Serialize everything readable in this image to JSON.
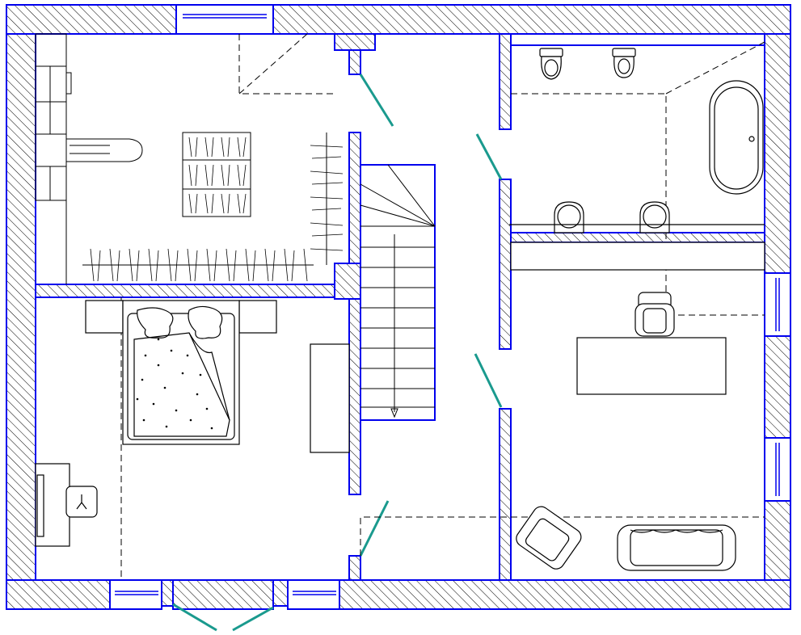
{
  "colors": {
    "wall": "#0000ee",
    "hatch": "#000000",
    "door_leaf": "#1a9a8e",
    "furniture": "#000000",
    "background": "#ffffff"
  },
  "legend": {
    "walls": "hatched wall",
    "doors": "door-leaf-line",
    "dashed": "dashed-zone-line"
  },
  "rooms": [
    {
      "id": "walk-in-closet",
      "icon": "hanger-icon"
    },
    {
      "id": "bathroom",
      "icon": "bathtub-icon"
    },
    {
      "id": "bedroom",
      "icon": "bed-icon"
    },
    {
      "id": "office",
      "icon": "desk-icon"
    },
    {
      "id": "stair-hall",
      "icon": "stairs-icon"
    }
  ]
}
